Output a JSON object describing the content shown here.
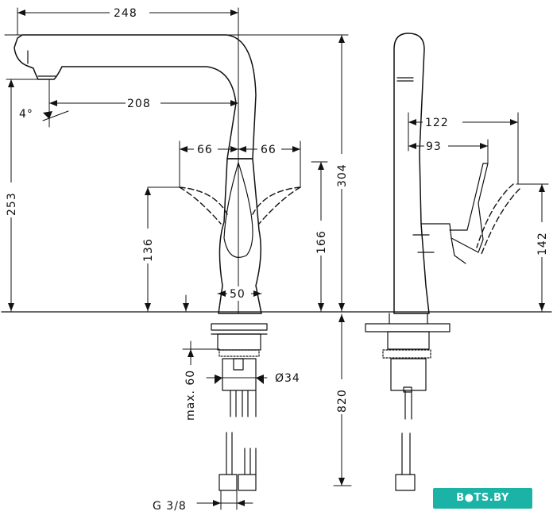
{
  "dimensions": {
    "top_width": "248",
    "spout_reach": "208",
    "swivel_left": "66",
    "swivel_right": "66",
    "spout_angle": "4°",
    "total_height": "304",
    "spout_height": "253",
    "lever_height_front": "136",
    "lever_height_right": "166",
    "base_width": "50",
    "max_thickness": "max. 60",
    "hole_diameter": "Ø34",
    "hose_length": "820",
    "connection_thread": "G 3/8",
    "side_reach": "122",
    "side_lever": "93",
    "side_height": "142"
  },
  "watermark": {
    "text": "B●TS.BY",
    "color": "#1ab3a6"
  }
}
